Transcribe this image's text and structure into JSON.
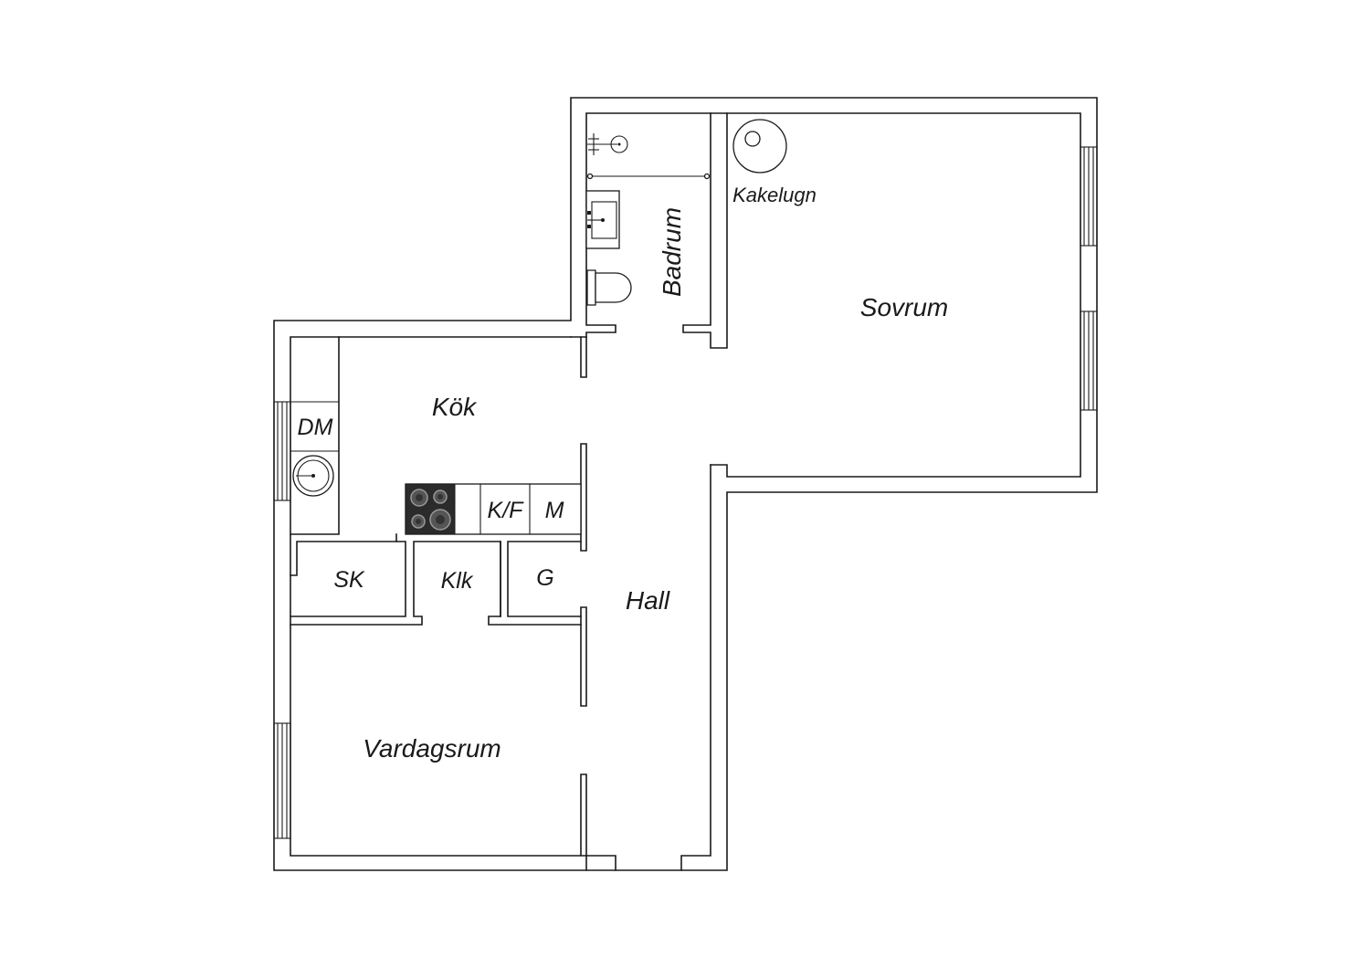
{
  "floorplan": {
    "rooms": {
      "sovrum": "Sovrum",
      "badrum": "Badrum",
      "kok": "Kök",
      "hall": "Hall",
      "vardagsrum": "Vardagsrum",
      "sk": "SK",
      "klk": "Klk",
      "g": "G"
    },
    "fixtures": {
      "kakelugn": "Kakelugn",
      "dm": "DM",
      "kf": "K/F",
      "m": "M"
    },
    "icons": [
      "tiled-stove-icon",
      "shower-icon",
      "washbasin-icon",
      "toilet-icon",
      "sink-icon",
      "stove-icon",
      "window-icon"
    ],
    "colors": {
      "walls": "#1a1a1a",
      "stove": "#2b2b2b",
      "background": "#ffffff"
    }
  }
}
